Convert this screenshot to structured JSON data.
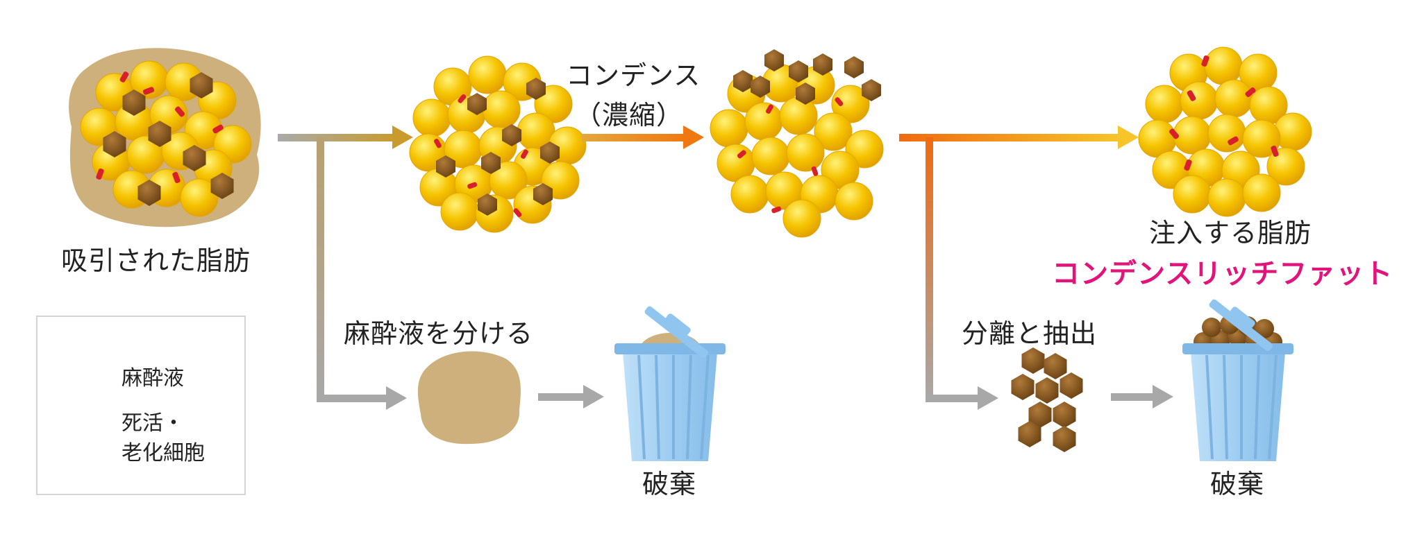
{
  "colors": {
    "anesthetic": "#cdb07b",
    "fat": "#f4c000",
    "dead_cell": "#8a5a1e",
    "red_fleck": "#d8202a",
    "gray_arrow": "#a8a8a8",
    "gold_arrow": "#c89b2c",
    "orange_arrow": "#f07810",
    "yellow_arrow": "#f6c020",
    "bin_blue": "#a9d3f3",
    "pink_label": "#e0147a"
  },
  "labels": {
    "suctioned_fat": "吸引された脂肪",
    "condense": "コンデンス",
    "condense_sub": "（濃縮）",
    "separate_anesthetic": "麻酔液を分ける",
    "discard_1": "破棄",
    "injected_fat": "注入する脂肪",
    "condense_rich_fat": "コンデンスリッチファット",
    "separate_extract": "分離と抽出",
    "discard_2": "破棄"
  },
  "legend": {
    "anesthetic": "麻酔液",
    "dead_cells_line1": "死活・",
    "dead_cells_line2": "老化細胞"
  },
  "icons": {
    "suctioned_fat": "suctioned-fat-cluster-icon",
    "fat_cluster_mid": "fat-cluster-icon",
    "condensed_fat": "condensed-fat-cluster-icon",
    "injected_fat": "injected-fat-cluster-icon",
    "anesthetic_blob": "anesthetic-blob-icon",
    "dead_cells": "dead-cells-icon",
    "trash_bin": "trash-bin-icon"
  }
}
